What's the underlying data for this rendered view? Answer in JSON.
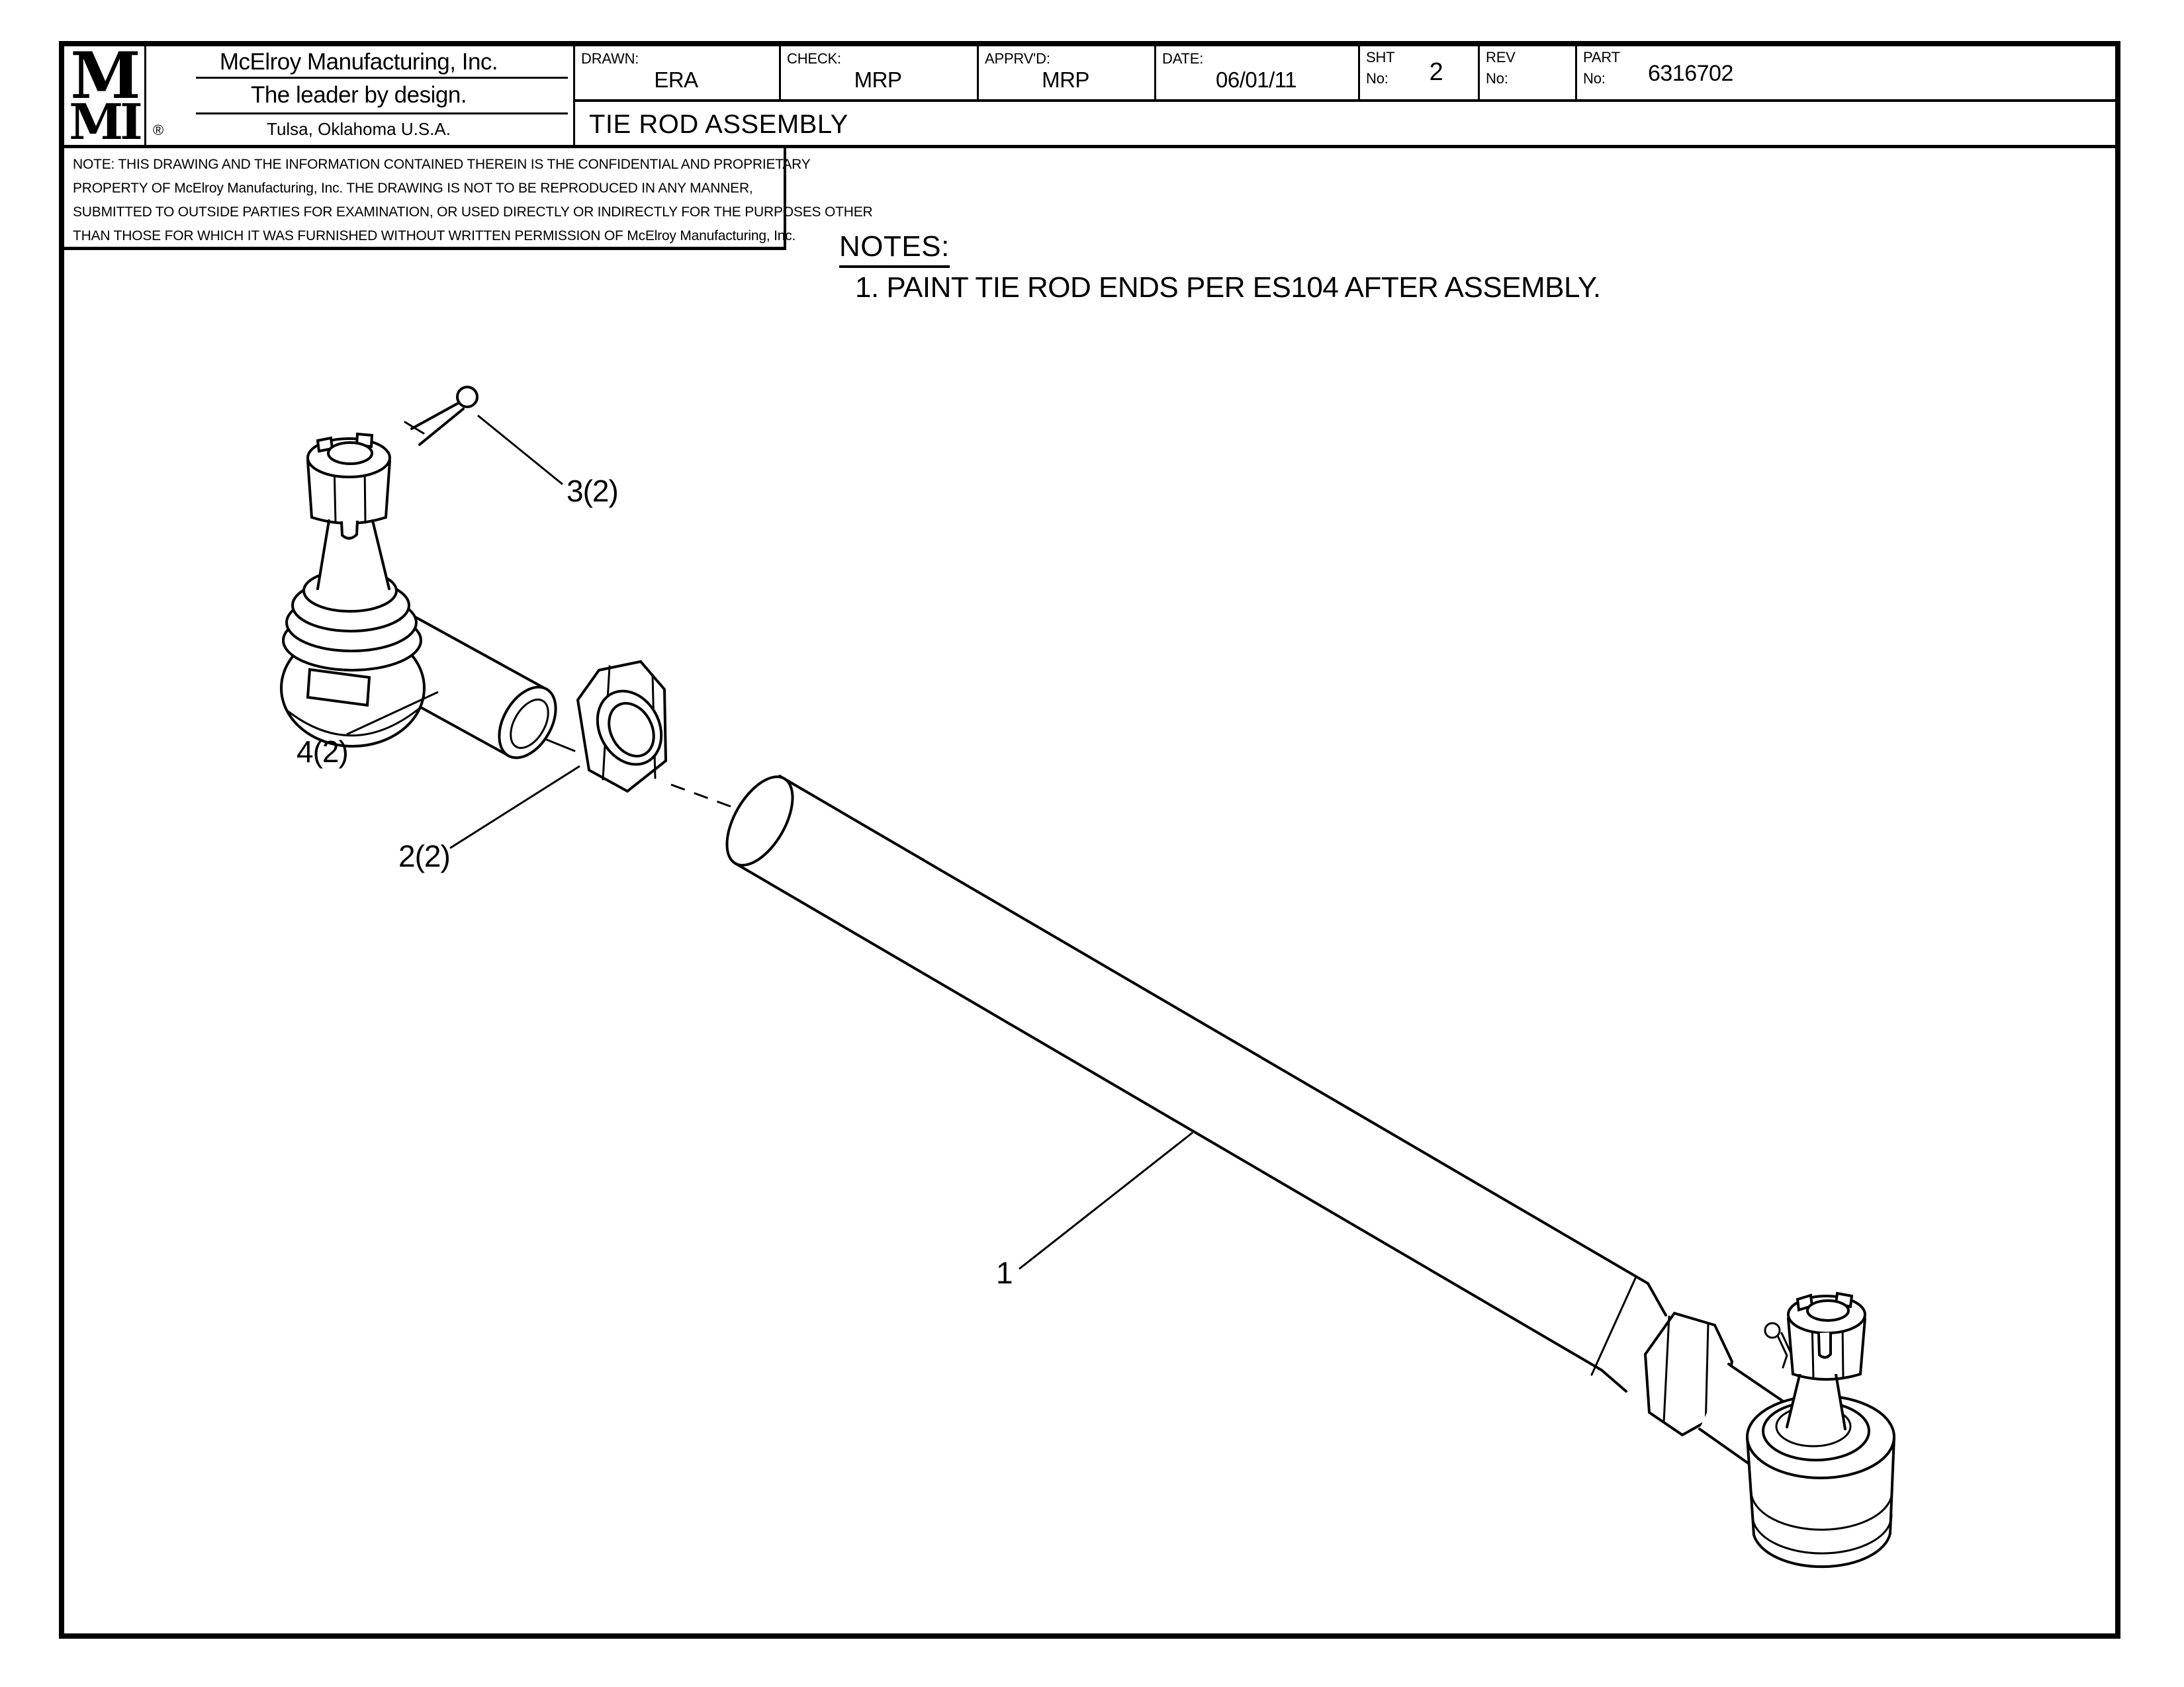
{
  "sheet": {
    "logo": {
      "top": "M",
      "bottom": "MI",
      "registered": "®"
    },
    "company": {
      "name": "McElroy Manufacturing, Inc.",
      "tagline": "The leader by design.",
      "location": "Tulsa, Oklahoma U.S.A."
    },
    "fields": [
      {
        "label": "DRAWN:",
        "value": "ERA"
      },
      {
        "label": "CHECK:",
        "value": "MRP"
      },
      {
        "label": "APPRV'D:",
        "value": "MRP"
      },
      {
        "label": "DATE:",
        "value": "06/01/11"
      },
      {
        "label": "SHT",
        "label2": "No:",
        "value": "2"
      },
      {
        "label": "REV",
        "label2": "No:",
        "value": ""
      },
      {
        "label": "PART",
        "label2": "No:",
        "value": "6316702"
      }
    ],
    "drawing_title": "TIE ROD ASSEMBLY"
  },
  "confidentiality_note": {
    "line1": "NOTE: THIS DRAWING AND THE INFORMATION CONTAINED THEREIN IS THE CONFIDENTIAL AND PROPRIETARY",
    "line2": "PROPERTY OF McElroy Manufacturing, Inc. THE DRAWING IS NOT TO BE REPRODUCED IN ANY MANNER,",
    "line3": "SUBMITTED TO OUTSIDE PARTIES FOR EXAMINATION, OR USED DIRECTLY OR INDIRECTLY FOR THE PURPOSES OTHER",
    "line4": "THAN THOSE FOR WHICH IT WAS FURNISHED WITHOUT WRITTEN PERMISSION OF McElroy Manufacturing, Inc."
  },
  "notes": {
    "heading": "NOTES:",
    "item1": "1. PAINT TIE ROD ENDS PER ES104 AFTER ASSEMBLY."
  },
  "callouts": {
    "cotter_pin": "3(2)",
    "tie_rod_end": "4(2)",
    "jam_nut": "2(2)",
    "tube": "1"
  },
  "colors": {
    "ink": "#000000",
    "paper": "#ffffff"
  }
}
